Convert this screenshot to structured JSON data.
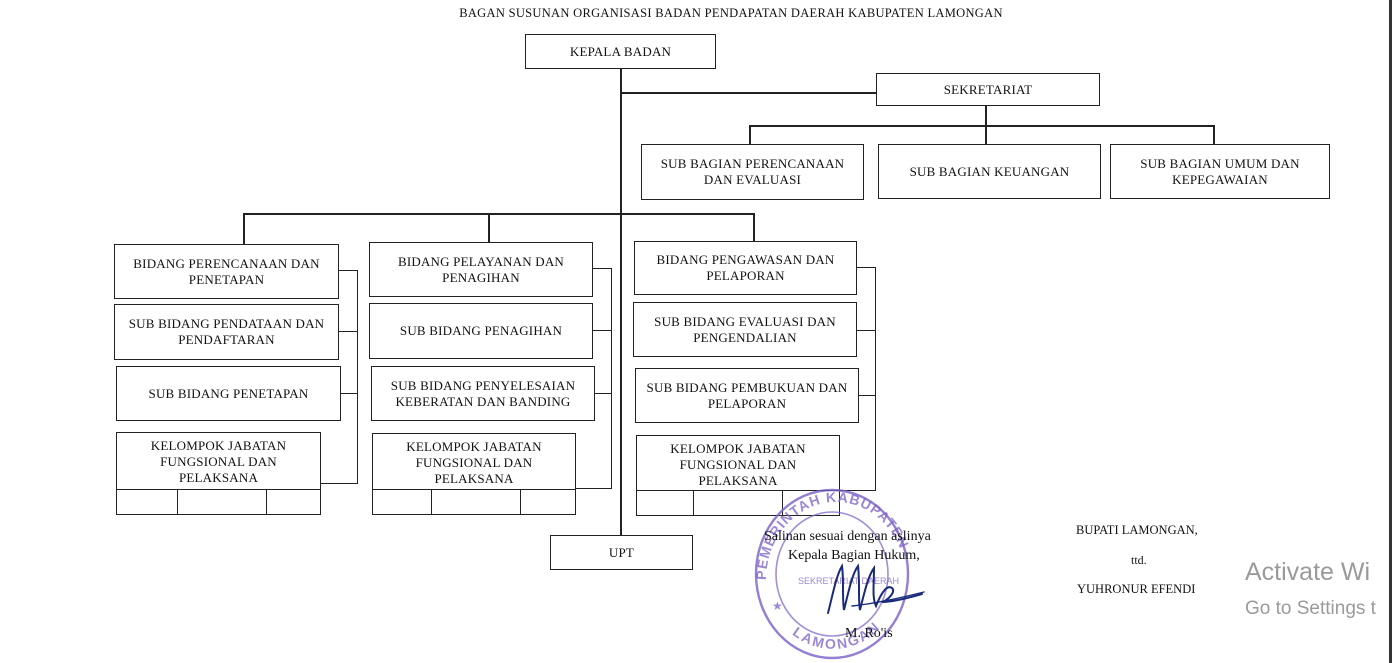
{
  "title": "BAGAN SUSUNAN ORGANISASI BADAN PENDAPATAN DAERAH KABUPATEN LAMONGAN",
  "head": "KEPALA BADAN",
  "secretariat": {
    "label": "SEKRETARIAT",
    "subs": [
      "SUB BAGIAN PERENCANAAN DAN EVALUASI",
      "SUB BAGIAN KEUANGAN",
      "SUB BAGIAN UMUM DAN KEPEGAWAIAN"
    ]
  },
  "divisions": [
    {
      "label": "BIDANG PERENCANAAN DAN PENETAPAN",
      "subs": [
        "SUB BIDANG PENDATAAN DAN PENDAFTARAN",
        "SUB BIDANG PENETAPAN"
      ],
      "group": "KELOMPOK JABATAN FUNGSIONAL DAN PELAKSANA"
    },
    {
      "label": "BIDANG PELAYANAN DAN PENAGIHAN",
      "subs": [
        "SUB BIDANG PENAGIHAN",
        "SUB BIDANG PENYELESAIAN KEBERATAN DAN BANDING"
      ],
      "group": "KELOMPOK JABATAN FUNGSIONAL DAN PELAKSANA"
    },
    {
      "label": "BIDANG PENGAWASAN DAN PELAPORAN",
      "subs": [
        "SUB BIDANG EVALUASI DAN PENGENDALIAN",
        "SUB BIDANG PEMBUKUAN DAN PELAPORAN"
      ],
      "group": "KELOMPOK JABATAN FUNGSIONAL DAN PELAKSANA"
    }
  ],
  "upt": "UPT",
  "certification": {
    "line1": "Salinan sesuai dengan aslinya",
    "line2": "Kepala Bagian Hukum,",
    "name": "M. Ro'is",
    "stamp_top": "PEMERINTAH KABUPATEN",
    "stamp_center": "SEKRETARIAT DAERAH",
    "stamp_bottom": "LAMONGAN"
  },
  "bupati": {
    "title": "BUPATI LAMONGAN,",
    "signed": "ttd.",
    "name": "YUHRONUR EFENDI"
  },
  "watermark": {
    "line1": "Activate Wi",
    "line2": "Go to Settings t"
  },
  "colors": {
    "ink": "#222222",
    "stamp": "#7b5fc8",
    "signature": "#1a2a7a",
    "watermark": "#9a9a9a"
  }
}
